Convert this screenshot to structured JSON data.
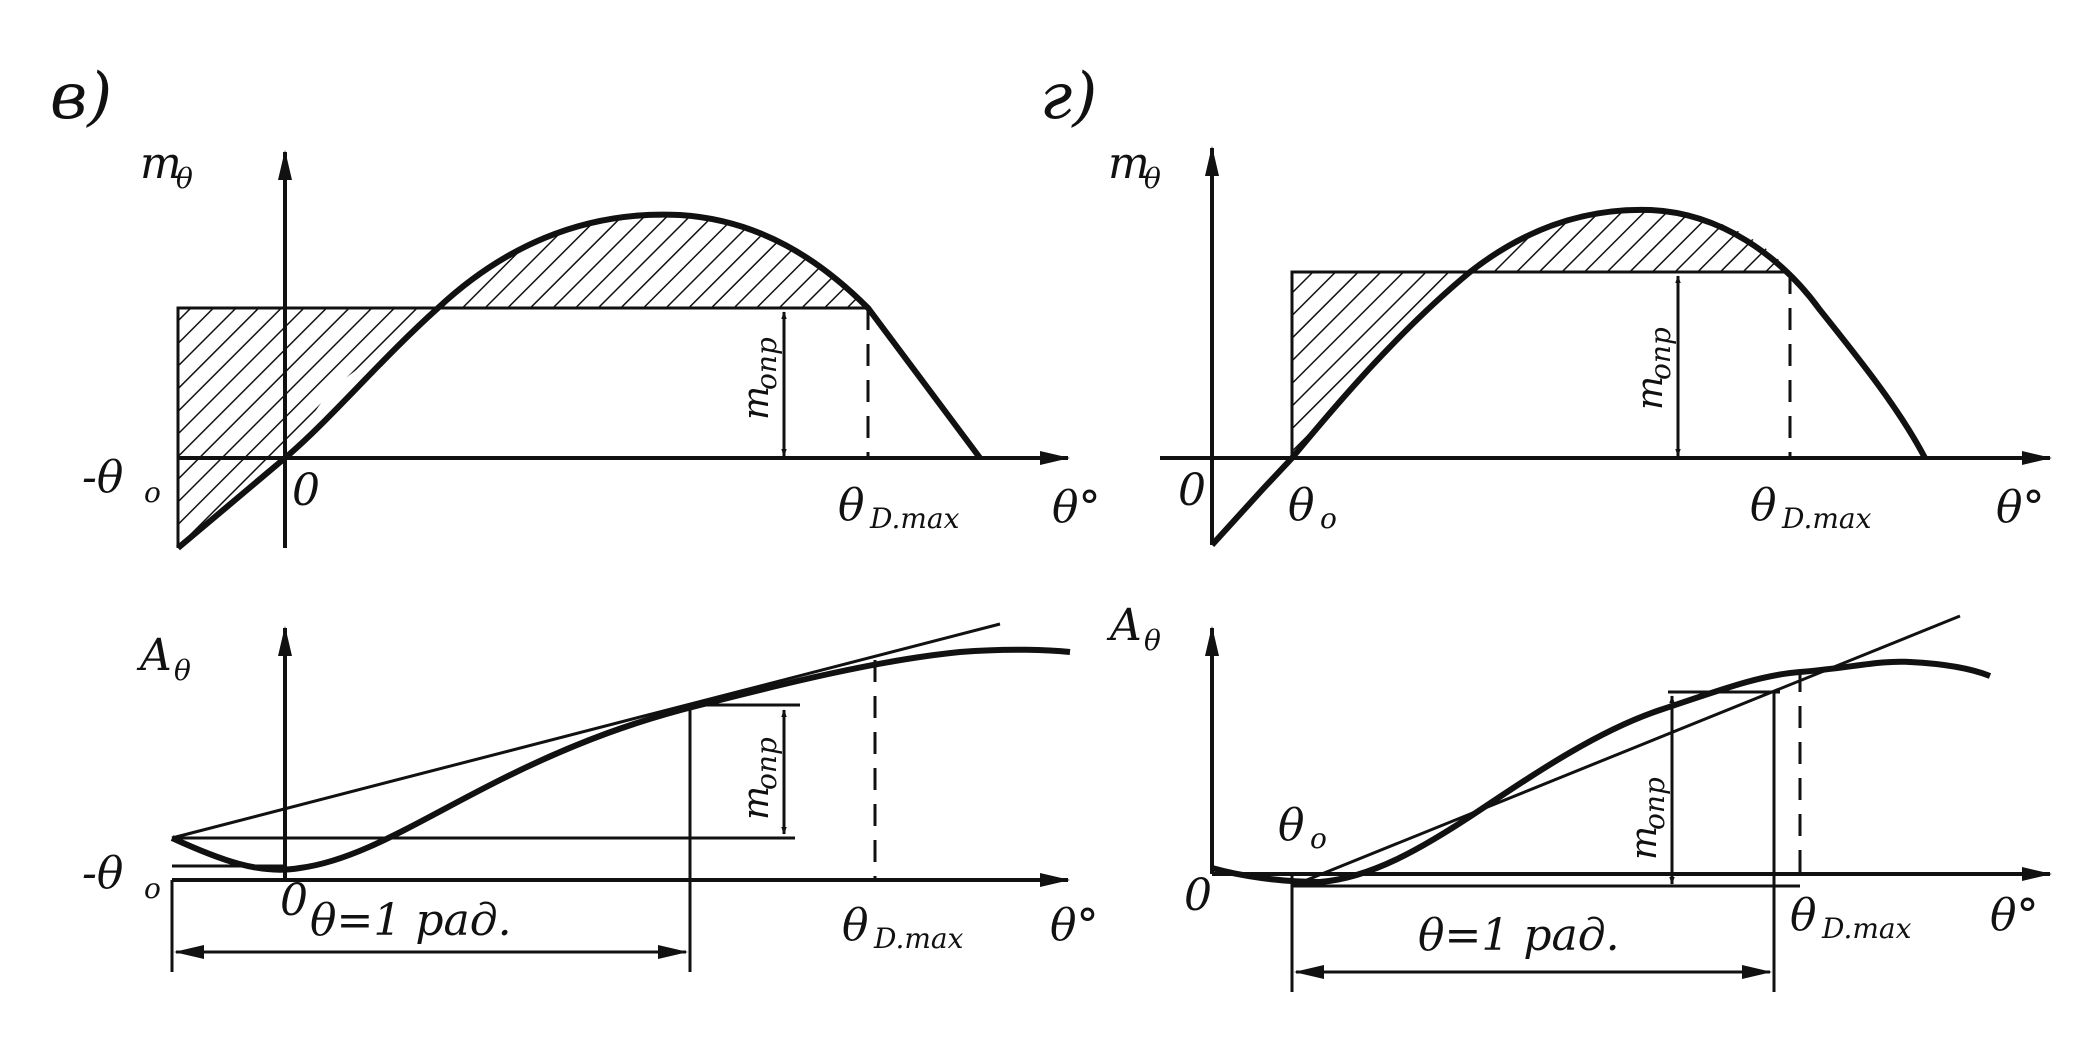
{
  "panel_v": {
    "letter": "в)",
    "top": {
      "y_label": "m",
      "y_sub": "θ",
      "neg_theta": "-θ",
      "neg_theta_sub": "o",
      "origin": "0",
      "theta_max": "θ",
      "theta_max_sub": "D.max",
      "x_label": "θ°",
      "m_label": "m",
      "m_label_sub": "опр"
    },
    "bottom": {
      "y_label": "A",
      "y_sub": "θ",
      "neg_theta": "-θ",
      "neg_theta_sub": "o",
      "origin": "0",
      "theta_max": "θ",
      "theta_max_sub": "D.max",
      "x_label": "θ°",
      "m_label": "m",
      "m_label_sub": "опр",
      "rad_label": "θ=1 рад."
    }
  },
  "panel_g": {
    "letter": "г)",
    "top": {
      "y_label": "m",
      "y_sub": "θ",
      "origin": "0",
      "theta0": "θ",
      "theta0_sub": "o",
      "theta_max": "θ",
      "theta_max_sub": "D.max",
      "x_label": "θ°",
      "m_label": "m",
      "m_label_sub": "опр"
    },
    "bottom": {
      "y_label": "A",
      "y_sub": "θ",
      "origin": "0",
      "theta0": "θ",
      "theta0_sub": "o",
      "theta_max": "θ",
      "theta_max_sub": "D.max",
      "x_label": "θ°",
      "m_label": "m",
      "m_label_sub": "опр",
      "rad_label": "θ=1 рад."
    }
  }
}
